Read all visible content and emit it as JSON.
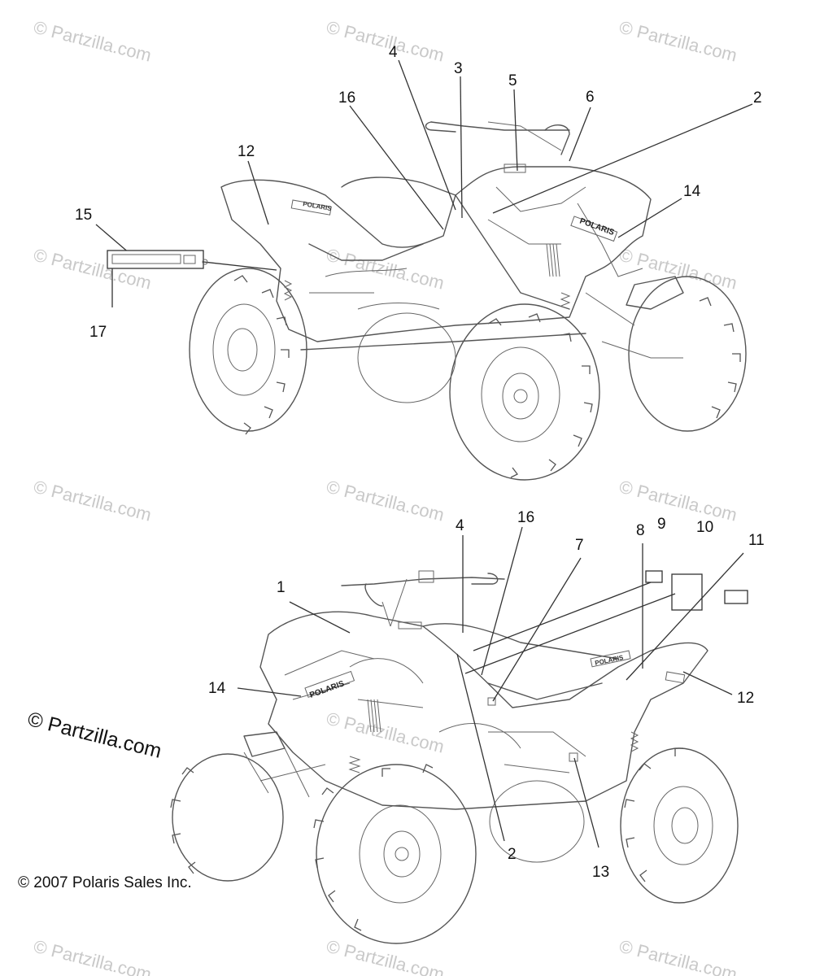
{
  "watermark_text": "© Partzilla.com",
  "main_watermark": "© Partzilla.com",
  "copyright": "© 2007 Polaris Sales Inc.",
  "brand_decal_text": "POLARIS",
  "top_view_callouts": [
    "4",
    "3",
    "5",
    "6",
    "2",
    "16",
    "12",
    "14",
    "15",
    "17"
  ],
  "bottom_view_callouts": [
    "4",
    "16",
    "7",
    "8",
    "9",
    "10",
    "11",
    "1",
    "14",
    "12",
    "2",
    "13"
  ]
}
